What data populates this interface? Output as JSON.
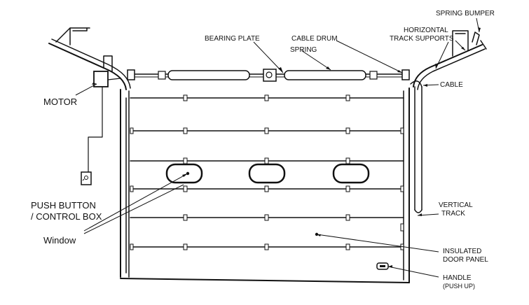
{
  "labels": {
    "spring_bumper": "SPRING BUMPER",
    "horizontal_line1": "HORIZONTAL",
    "horizontal_line2": "TRACK SUPPORTS",
    "bearing_plate": "BEARING PLATE",
    "cable_drum": "CABLE DRUM",
    "spring": "SPRING",
    "cable": "CABLE",
    "motor": "MOTOR",
    "push_button_line1": "PUSH BUTTON",
    "push_button_line2": "/ CONTROL BOX",
    "window": "Window",
    "vertical_line1": "VERTICAL",
    "vertical_line2": "TRACK",
    "insulated_line1": "INSULATED",
    "insulated_line2": "DOOR PANEL",
    "handle": "HANDLE",
    "handle_note": "(PUSH UP)"
  }
}
